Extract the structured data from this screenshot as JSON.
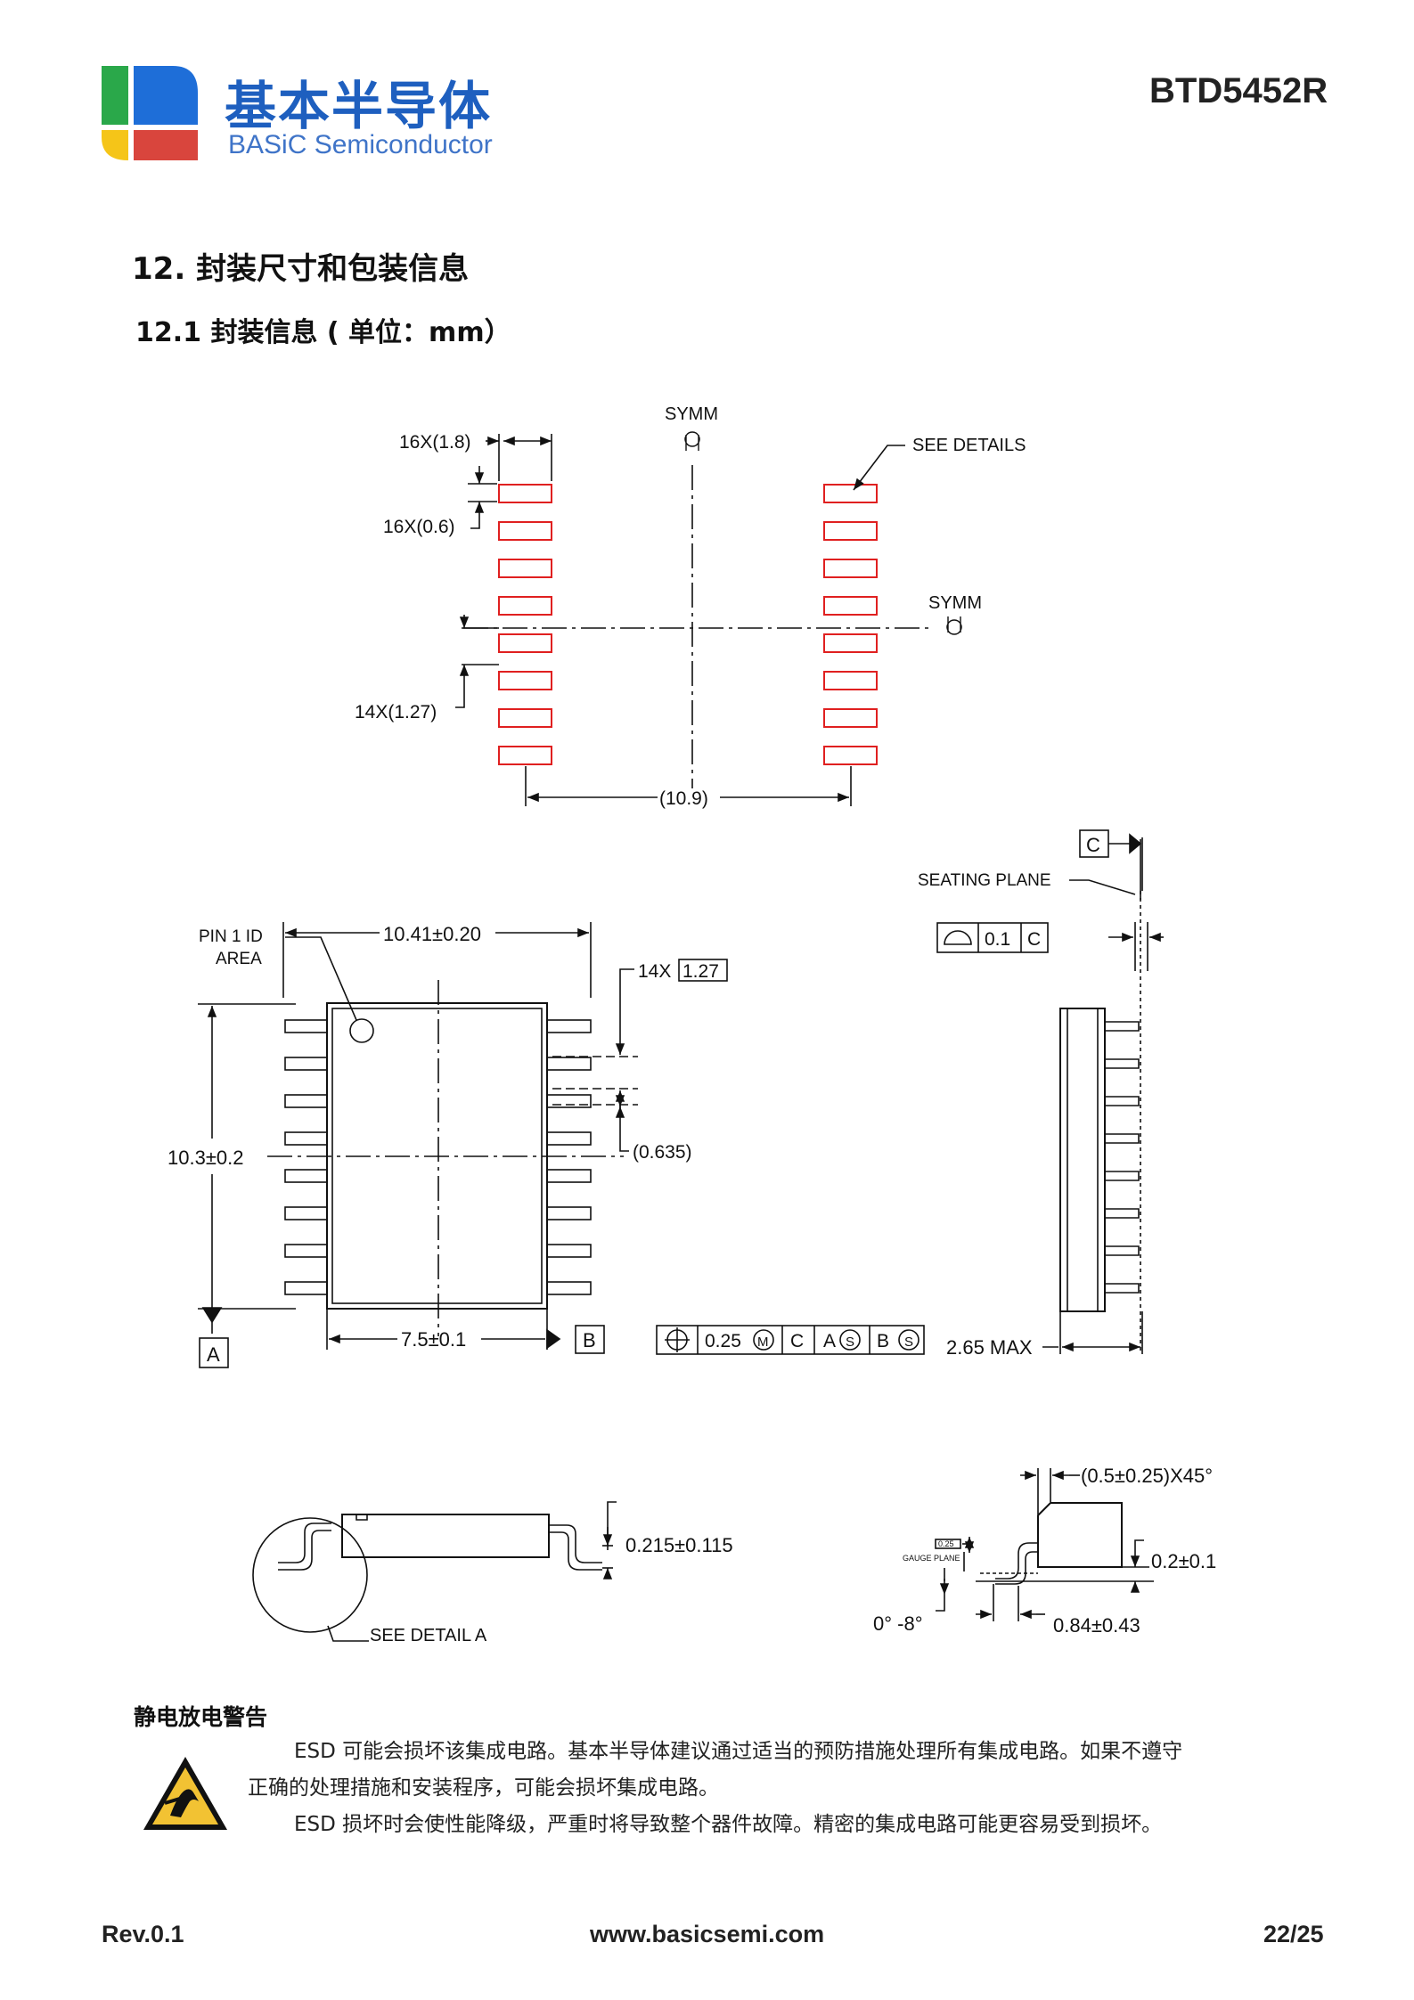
{
  "header": {
    "company_cn": "基本半导体",
    "company_en": "BASiC Semiconductor",
    "part_number": "BTD5452R"
  },
  "section": {
    "title": "12. 封装尺寸和包装信息",
    "subtitle": "12.1 封装信息 ( 单位：mm）"
  },
  "drawing": {
    "land_pattern": {
      "symm_top": "SYMM",
      "symm_right": "SYMM",
      "pad_width": "16X(1.8)",
      "pad_height": "16X(0.6)",
      "pitch": "14X(1.27)",
      "see_details": "SEE DETAILS",
      "row_spacing": "(10.9)"
    },
    "top_view": {
      "pin1": "PIN 1 ID",
      "pin1_area": "AREA",
      "width": "10.41±0.20",
      "height": "10.3±0.2",
      "body": "7.5±0.1",
      "datum_a": "A",
      "datum_b": "B",
      "pitch": "14X",
      "pitch_box": "1.27",
      "lead_width": "(0.635)"
    },
    "tolerance_frame": {
      "value": "0.25",
      "modifier": "M",
      "ref_c": "C",
      "ref_a": "A",
      "ref_b": "B",
      "mod_s": "S"
    },
    "side_view": {
      "datum_c": "C",
      "seating_plane": "SEATING PLANE",
      "flatness": "0.1",
      "flatness_ref": "C",
      "height_max": "2.65 MAX"
    },
    "lead_view": {
      "thickness": "0.215±0.115",
      "see_detail": "SEE DETAIL A"
    },
    "detail_a": {
      "chamfer": "(0.5±0.25)X45°",
      "gauge_value": "0.25",
      "gauge_plane": "GAUGE PLANE",
      "standoff": "0.2±0.1",
      "angle": "0° -8°",
      "foot_length": "0.84±0.43"
    }
  },
  "esd": {
    "title": "静电放电警告",
    "line1": "ESD 可能会损坏该集成电路。基本半导体建议通过适当的预防措施处理所有集成电路。如果不遵守",
    "line2": "正确的处理措施和安装程序，可能会损坏集成电路。",
    "line3": "ESD 损坏时会使性能降级，严重时将导致整个器件故障。精密的集成电路可能更容易受到损坏。"
  },
  "footer": {
    "revision": "Rev.0.1",
    "website": "www.basicsemi.com",
    "page": "22/25"
  },
  "colors": {
    "brand_blue": "#1e5fbf",
    "logo_green": "#2aa84a",
    "logo_yellow": "#f5c518",
    "logo_red": "#d9453d",
    "pad_red": "#e02020"
  }
}
